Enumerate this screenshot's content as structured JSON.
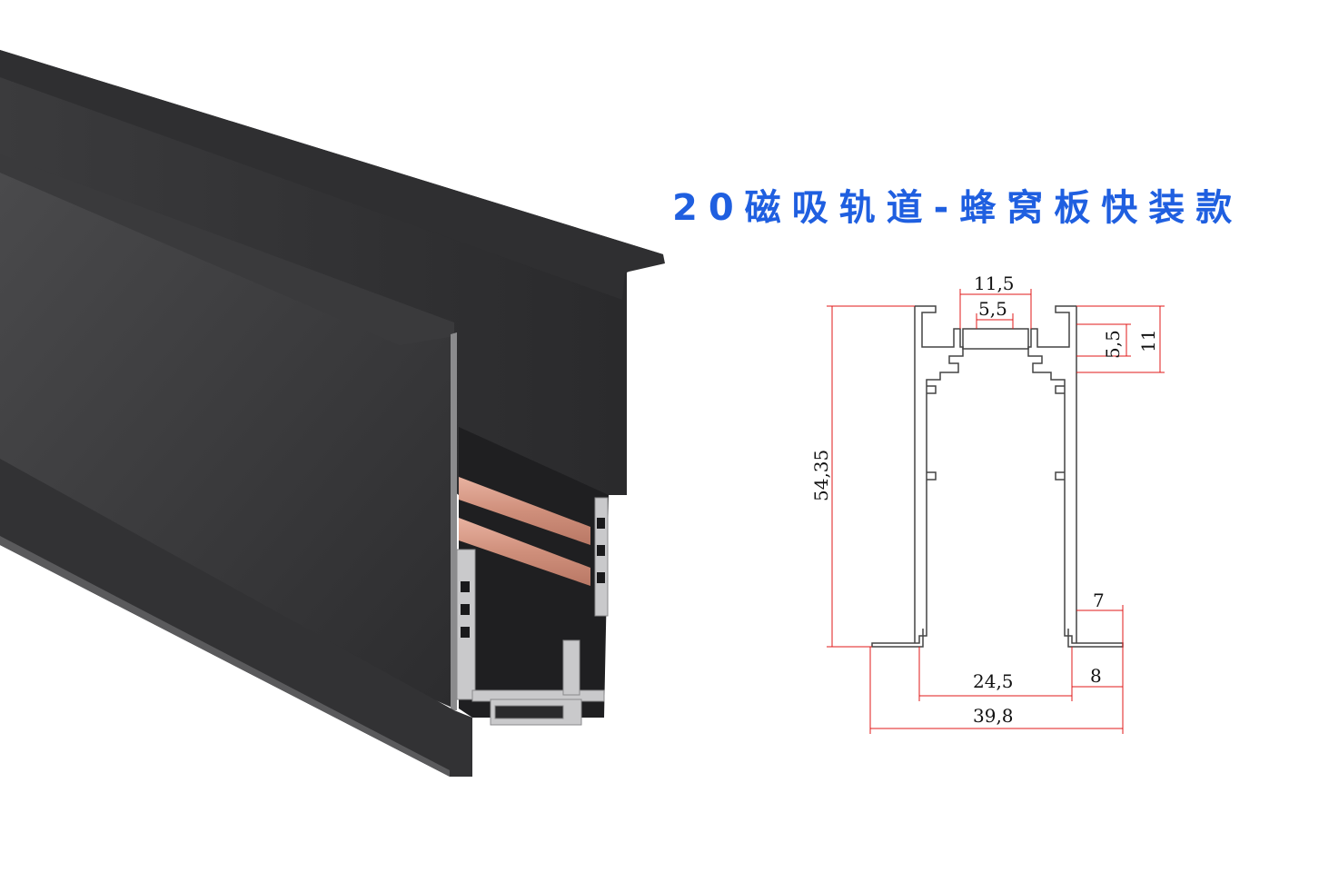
{
  "title": "20磁吸轨道-蜂窝板快装款",
  "colors": {
    "title": "#1f5fe0",
    "profile_dark": "#3a3a3c",
    "copper": "#d89a86",
    "dimension_line": "#e01818"
  },
  "dimensions": {
    "top_opening": "11,5",
    "inner_slot": "5,5",
    "right_slot": "5,5",
    "right_height": "11",
    "total_height": "54,35",
    "flange": "7",
    "inner_width": "24,5",
    "flange_width": "8",
    "total_width": "39,8"
  }
}
